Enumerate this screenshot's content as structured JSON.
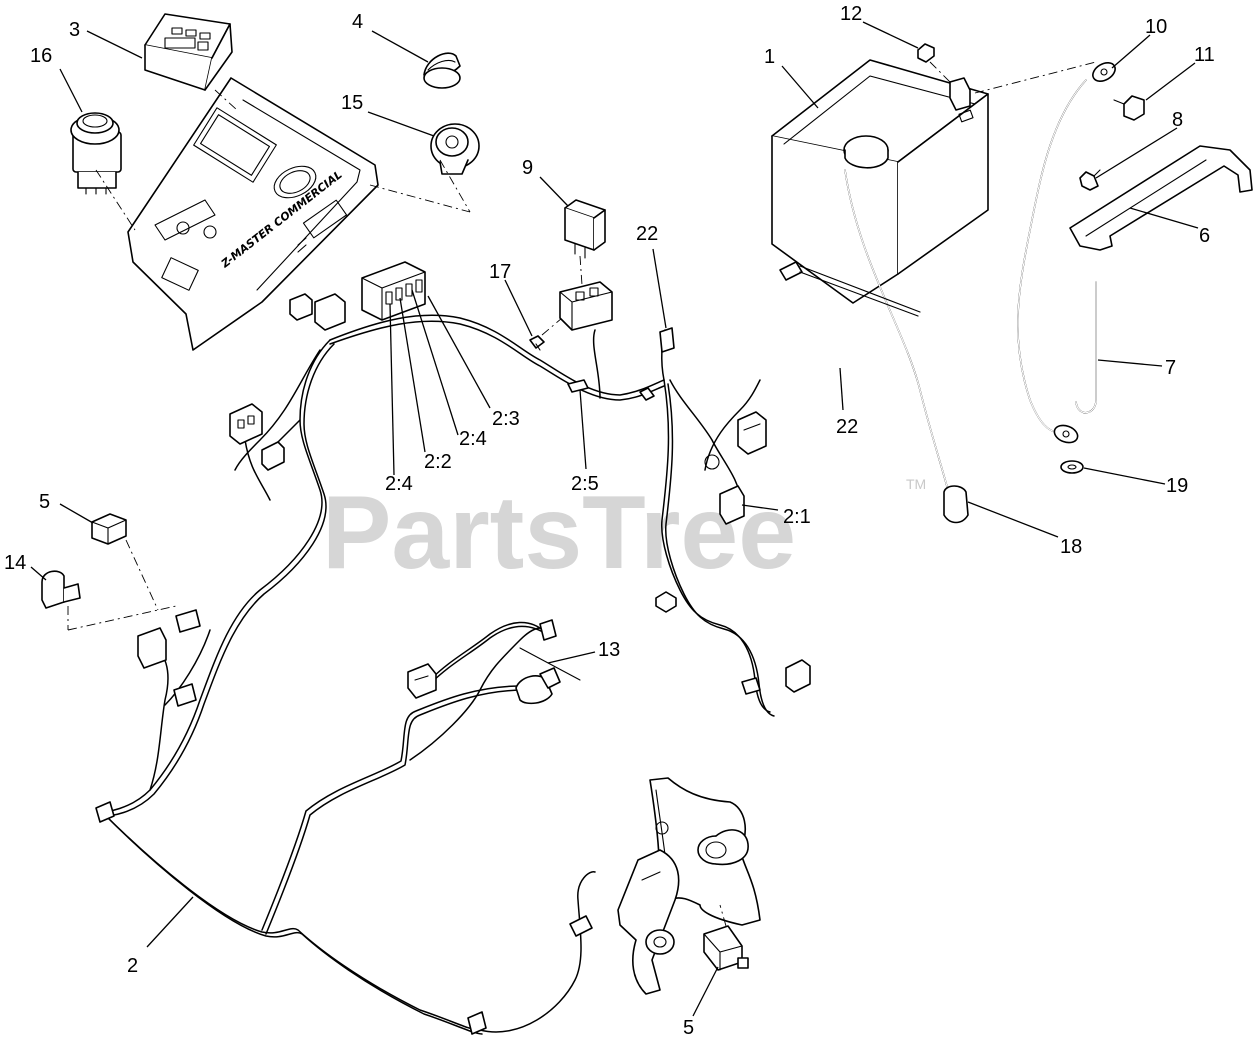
{
  "watermark": {
    "text": "PartsTree",
    "trademark": "TM"
  },
  "panel_text": "Z-MASTER COMMERCIAL",
  "callouts": {
    "c1": "1",
    "c2": "2",
    "c2_1": "2:1",
    "c2_2": "2:2",
    "c2_3": "2:3",
    "c2_4a": "2:4",
    "c2_4b": "2:4",
    "c2_5": "2:5",
    "c3": "3",
    "c4": "4",
    "c5a": "5",
    "c5b": "5",
    "c6": "6",
    "c7": "7",
    "c8": "8",
    "c9": "9",
    "c10": "10",
    "c11": "11",
    "c12": "12",
    "c13": "13",
    "c14": "14",
    "c15": "15",
    "c16": "16",
    "c17": "17",
    "c18": "18",
    "c19": "19",
    "c22a": "22",
    "c22b": "22"
  }
}
